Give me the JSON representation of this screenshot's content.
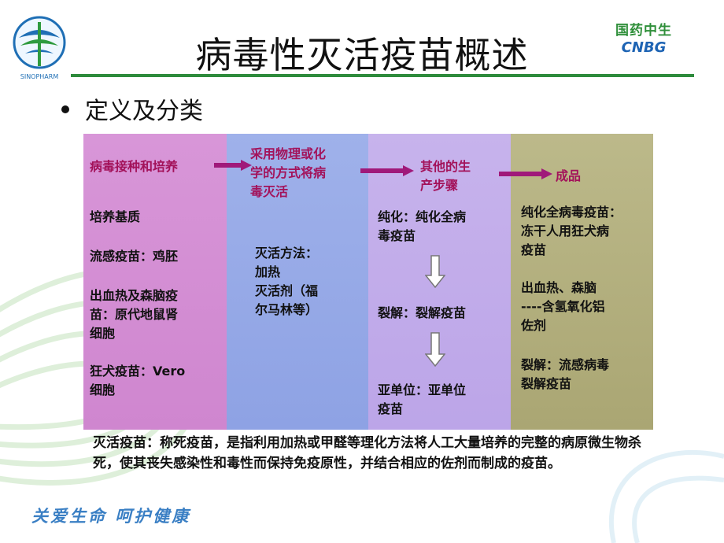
{
  "title": "病毒性灭活疫苗概述",
  "logo_right": {
    "cn": "国药中生",
    "en": "CNBG"
  },
  "logo_left_text": "SINOPHARM",
  "bullet": "定义及分类",
  "diagram": {
    "col1": {
      "header": "病毒接种和培养",
      "items": [
        "培养基质",
        "流感疫苗：鸡胚",
        "出血热及森脑疫\n苗：原代地鼠肾\n细胞",
        "狂犬疫苗：Vero\n细胞"
      ]
    },
    "col2": {
      "header": "采用物理或化\n学的方式将病\n毒灭活",
      "items": [
        "灭活方法：\n加热\n灭活剂（福\n尔马林等）"
      ]
    },
    "col3": {
      "header": "其他的生\n产步骤",
      "items": [
        "纯化：纯化全病\n毒疫苗",
        "裂解：裂解疫苗",
        "亚单位：亚单位\n疫苗"
      ]
    },
    "col4": {
      "header": "成品",
      "items": [
        "纯化全病毒疫苗：\n冻干人用狂犬病\n疫苗",
        "出血热、森脑\n----含氢氧化铝\n佐剂",
        "裂解：流感病毒\n裂解疫苗"
      ]
    },
    "colors": {
      "arrow": "#a0197a",
      "header_text": "#a3125a"
    }
  },
  "definition": "灭活疫苗：称死疫苗，是指利用加热或甲醛等理化方法将人工大量培养的完整的病原微生物杀死，使其丧失感染性和毒性而保持免疫原性，并结合相应的佐剂而制成的疫苗。",
  "slogan": "关爱生命 呵护健康"
}
